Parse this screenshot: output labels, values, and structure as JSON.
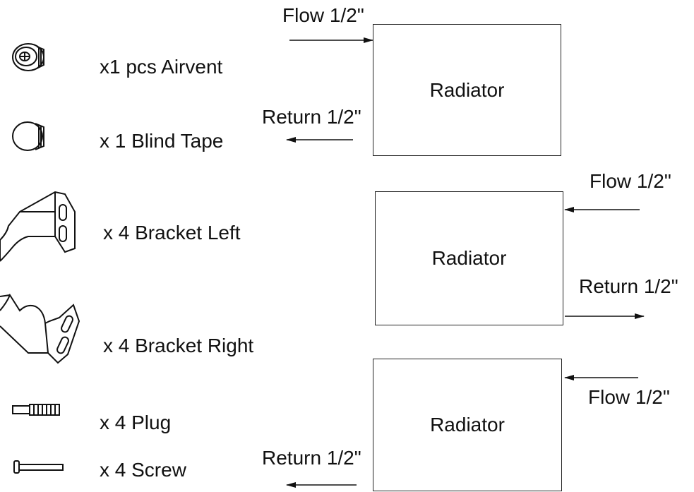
{
  "parts": [
    {
      "icon": "airvent-icon",
      "label": "x1 pcs  Airvent"
    },
    {
      "icon": "blind-plug-icon",
      "label": "x 1 Blind Tape"
    },
    {
      "icon": "bracket-left-icon",
      "label": "x 4 Bracket Left"
    },
    {
      "icon": "bracket-right-icon",
      "label": "x 4 Bracket Right"
    },
    {
      "icon": "wall-plug-icon",
      "label": "x 4 Plug"
    },
    {
      "icon": "screw-icon",
      "label": "x 4 Screw"
    }
  ],
  "radiators": [
    {
      "label": "Radiator",
      "flow": "Flow 1/2\"",
      "return": "Return 1/2\""
    },
    {
      "label": "Radiator",
      "flow": "Flow 1/2\"",
      "return": "Return 1/2\""
    },
    {
      "label": "Radiator",
      "flow": "Flow 1/2\"",
      "return": "Return 1/2\""
    }
  ]
}
